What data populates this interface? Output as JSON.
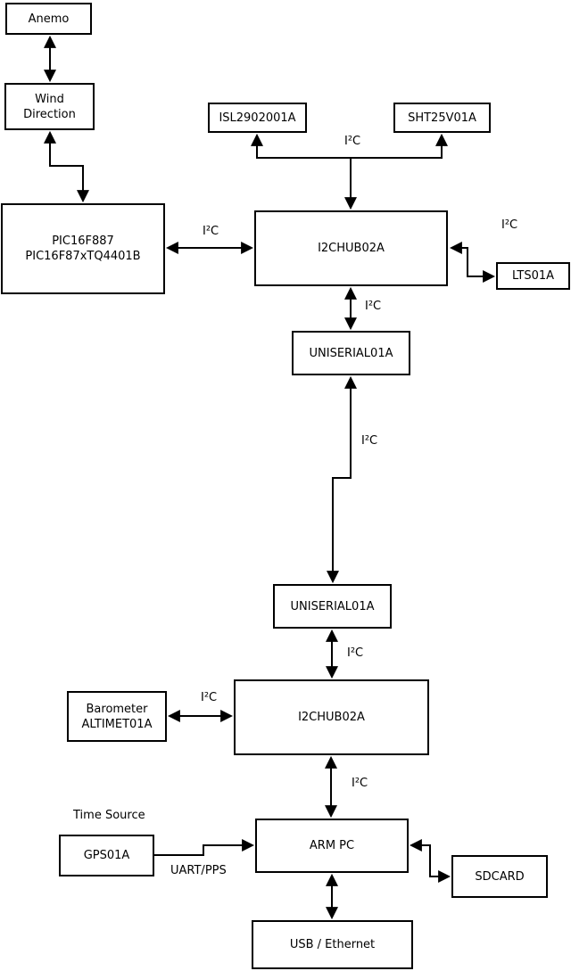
{
  "diagram": {
    "colors": {
      "background": "#ffffff",
      "line": "#000000",
      "text": "#000000"
    },
    "boxes": {
      "anemo": {
        "label": "Anemo"
      },
      "wind_direction": {
        "label": "Wind\nDirection"
      },
      "pic": {
        "label": "PIC16F887\nPIC16F87xTQ4401B"
      },
      "isl": {
        "label": "ISL2902001A"
      },
      "sht": {
        "label": "SHT25V01A"
      },
      "i2c_hub_1": {
        "label": "I2CHUB02A"
      },
      "lts": {
        "label": "LTS01A"
      },
      "uniserial_1": {
        "label": "UNISERIAL01A"
      },
      "uniserial_2": {
        "label": "UNISERIAL01A"
      },
      "barometer": {
        "label": "Barometer\nALTIMET01A"
      },
      "i2c_hub_2": {
        "label": "I2CHUB02A"
      },
      "gps": {
        "label": "GPS01A"
      },
      "arm_pc": {
        "label": "ARM PC"
      },
      "sdcard": {
        "label": "SDCARD"
      },
      "usb_ethernet": {
        "label": "USB / Ethernet"
      }
    },
    "labels": {
      "i2c": "I²C",
      "time_source": "Time Source",
      "uart_pps": "UART/PPS"
    }
  }
}
